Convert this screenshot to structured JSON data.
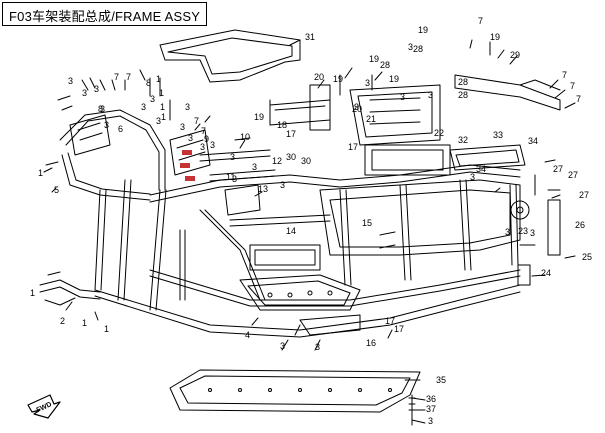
{
  "header": {
    "title": "F03车架装配总成/FRAME ASSY"
  },
  "fwd_label": "FWD",
  "part_numbers": [
    "1",
    "2",
    "3",
    "4",
    "5",
    "6",
    "7",
    "8",
    "9",
    "10",
    "11",
    "12",
    "13",
    "14",
    "15",
    "16",
    "17",
    "18",
    "19",
    "20",
    "21",
    "22",
    "23",
    "24",
    "25",
    "26",
    "27",
    "28",
    "29",
    "30",
    "31",
    "32",
    "33",
    "34",
    "35",
    "36",
    "37"
  ],
  "colors": {
    "line": "#000000",
    "background": "#ffffff",
    "red_callout": "#c83232"
  }
}
